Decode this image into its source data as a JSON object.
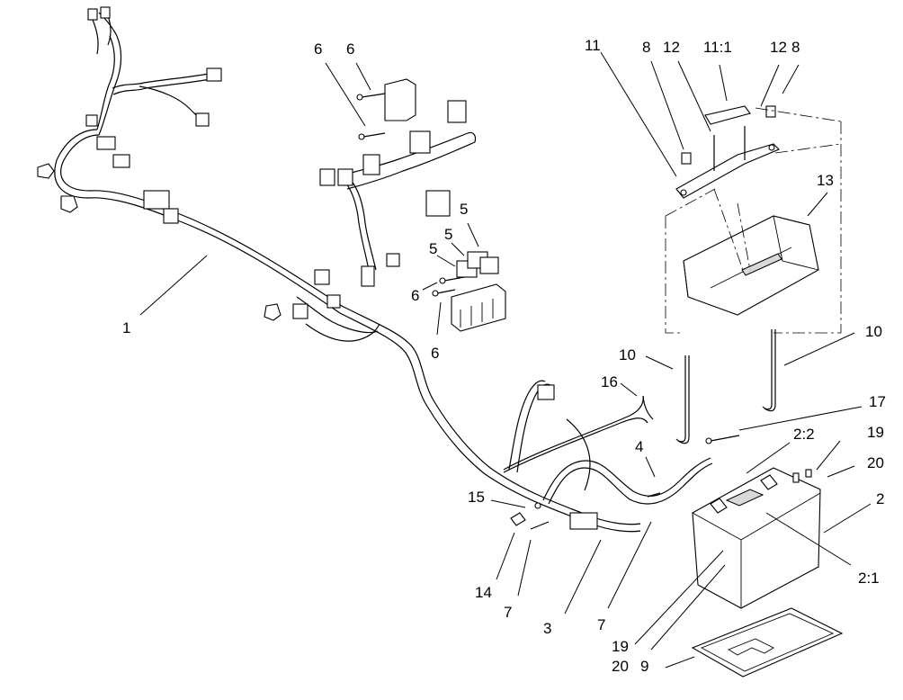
{
  "callouts": {
    "c1": "1",
    "c2": "2",
    "c2_1": "2:1",
    "c2_2": "2:2",
    "c3": "3",
    "c4": "4",
    "c5a": "5",
    "c5b": "5",
    "c5c": "5",
    "c6a": "6",
    "c6b": "6",
    "c6c": "6",
    "c6d": "6",
    "c7a": "7",
    "c7b": "7",
    "c8a": "8",
    "c8b": "8",
    "c9": "9",
    "c10a": "10",
    "c10b": "10",
    "c11": "11",
    "c11_1": "11:1",
    "c12a": "12",
    "c12b": "12",
    "c13": "13",
    "c14": "14",
    "c15": "15",
    "c16": "16",
    "c17": "17",
    "c19a": "19",
    "c19b": "19",
    "c20a": "20",
    "c20b": "20"
  }
}
